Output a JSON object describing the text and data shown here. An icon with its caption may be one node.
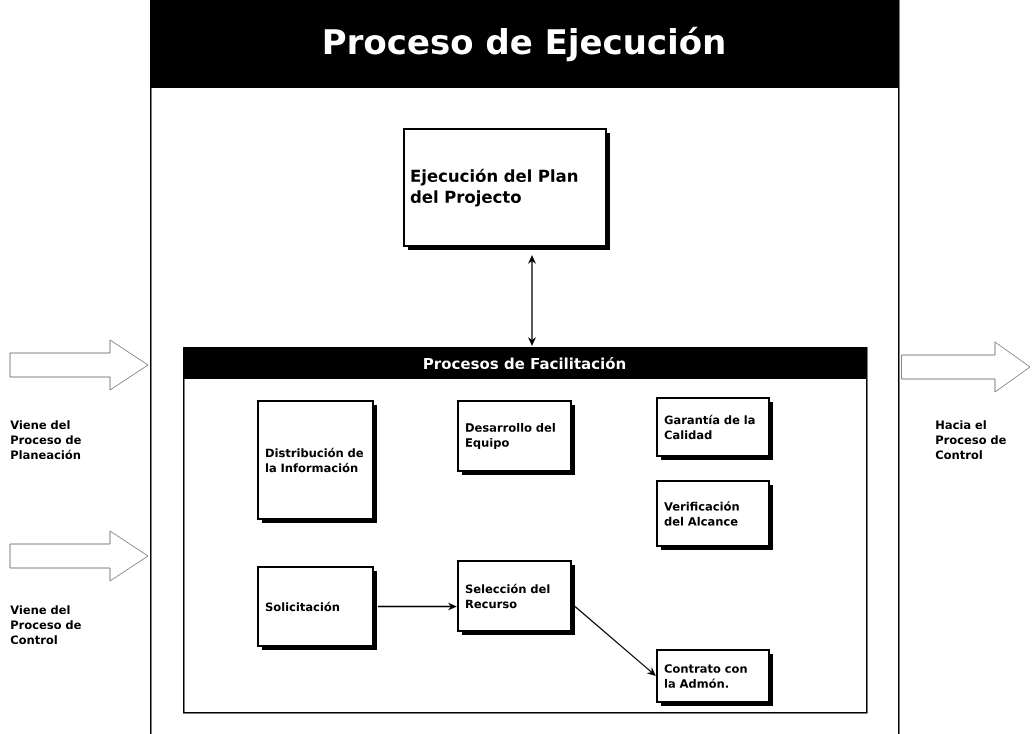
{
  "diagram": {
    "nodes": [
      {
        "text": [
          "Proceso de Ejecución"
        ]
      },
      {
        "text": [
          "Ejecución del Plan del Projecto"
        ],
        "in": 0
      },
      {
        "text": [
          "Procesos de Facilitación"
        ],
        "in": 0
      },
      {
        "text": [
          "Garantía de la Calidad"
        ],
        "in": 2
      },
      {
        "text": [
          "Distribución de la Información"
        ],
        "in": 2
      },
      {
        "text": [
          "Desarrollo del Equipo"
        ],
        "in": 2
      },
      {
        "text": [
          "Verificación del Alcance"
        ],
        "in": 2
      },
      {
        "text": [
          "Solicitación"
        ],
        "in": 2
      },
      {
        "text": [
          "Selección del Recurso"
        ],
        "in": 2
      },
      {
        "text": [
          "Contrato con la Admón."
        ],
        "in": 2
      }
    ],
    "edges": [
      {
        "from": 1,
        "to": 2,
        "arrow": "both"
      },
      {
        "from": 7,
        "to": 8,
        "arrow": "to"
      },
      {
        "from": 8,
        "to": 9,
        "arrow": "to"
      },
      {
        "from": null,
        "to": 0,
        "arrow": "to",
        "label": "Viene del Proceso de Planeación"
      },
      {
        "from": null,
        "to": 0,
        "arrow": "to",
        "label": "Viene del Proceso de Control"
      },
      {
        "from": 0,
        "to": null,
        "arrow": "to",
        "label": "Hacia el Proceso de Control"
      }
    ]
  }
}
